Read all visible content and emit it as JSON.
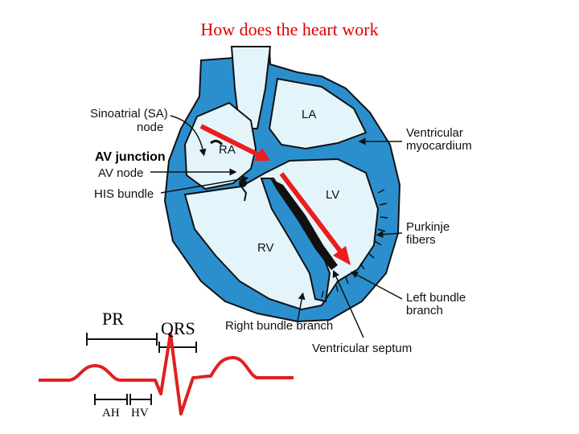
{
  "title": "How does the heart work",
  "colors": {
    "heart_fill": "#2b8fce",
    "chamber_fill": "#e4f4fb",
    "outline": "#111111",
    "arrow": "#ee1c1c",
    "ecg": "#e02020",
    "title": "#e00000"
  },
  "labels": {
    "sa_node_line1": "Sinoatrial (SA)",
    "sa_node_line2": "node",
    "av_junction": "AV junction",
    "av_node": "AV node",
    "his_bundle": "HIS bundle",
    "la": "LA",
    "ra": "RA",
    "lv": "LV",
    "rv": "RV",
    "ventricular_myocardium_line1": "Ventricular",
    "ventricular_myocardium_line2": "myocardium",
    "purkinje_line1": "Purkinje",
    "purkinje_line2": "fibers",
    "left_bundle_line1": "Left bundle",
    "left_bundle_line2": "branch",
    "right_bundle_branch": "Right bundle branch",
    "ventricular_septum": "Ventricular septum"
  },
  "ecg": {
    "pr": "PR",
    "qrs": "QRS",
    "ah": "AH",
    "hv": "HV"
  }
}
